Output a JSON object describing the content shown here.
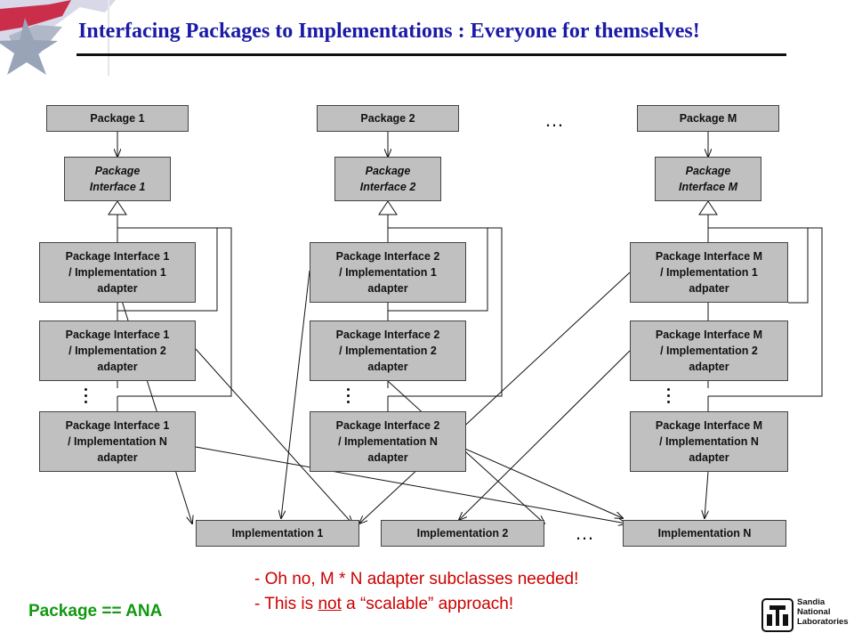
{
  "title": "Interfacing Packages to Implementations : Everyone for themselves!",
  "packages": [
    "Package 1",
    "Package 2",
    "Package M"
  ],
  "interfaces": [
    "Package\nInterface 1",
    "Package\nInterface 2",
    "Package\nInterface M"
  ],
  "adapters": {
    "col1": [
      "Package Interface 1\n/ Implementation 1\nadapter",
      "Package Interface 1\n/ Implementation 2\nadapter",
      "Package Interface 1\n/ Implementation N\nadapter"
    ],
    "col2": [
      "Package Interface 2\n/ Implementation 1\nadapter",
      "Package Interface 2\n/ Implementation 2\nadapter",
      "Package Interface 2\n/ Implementation N\nadapter"
    ],
    "colM": [
      "Package Interface M\n/ Implementation 1\nadpater",
      "Package Interface M\n/ Implementation 2\nadapter",
      "Package Interface M\n/ Implementation N\nadapter"
    ]
  },
  "implementations": [
    "Implementation 1",
    "Implementation 2",
    "Implementation N"
  ],
  "ellipsis": "…",
  "notes": {
    "line1": "- Oh no, M * N adapter subclasses needed!",
    "line2_pre": "- This is ",
    "line2_u": "not",
    "line2_post": " a “scalable” approach!"
  },
  "package_eq": "Package == ANA",
  "logo_text": "Sandia\nNational\nLaboratories",
  "colors": {
    "title": "#1a1aa6",
    "box": "#c0c0c0",
    "note": "#cc0000",
    "footer": "#119911"
  }
}
